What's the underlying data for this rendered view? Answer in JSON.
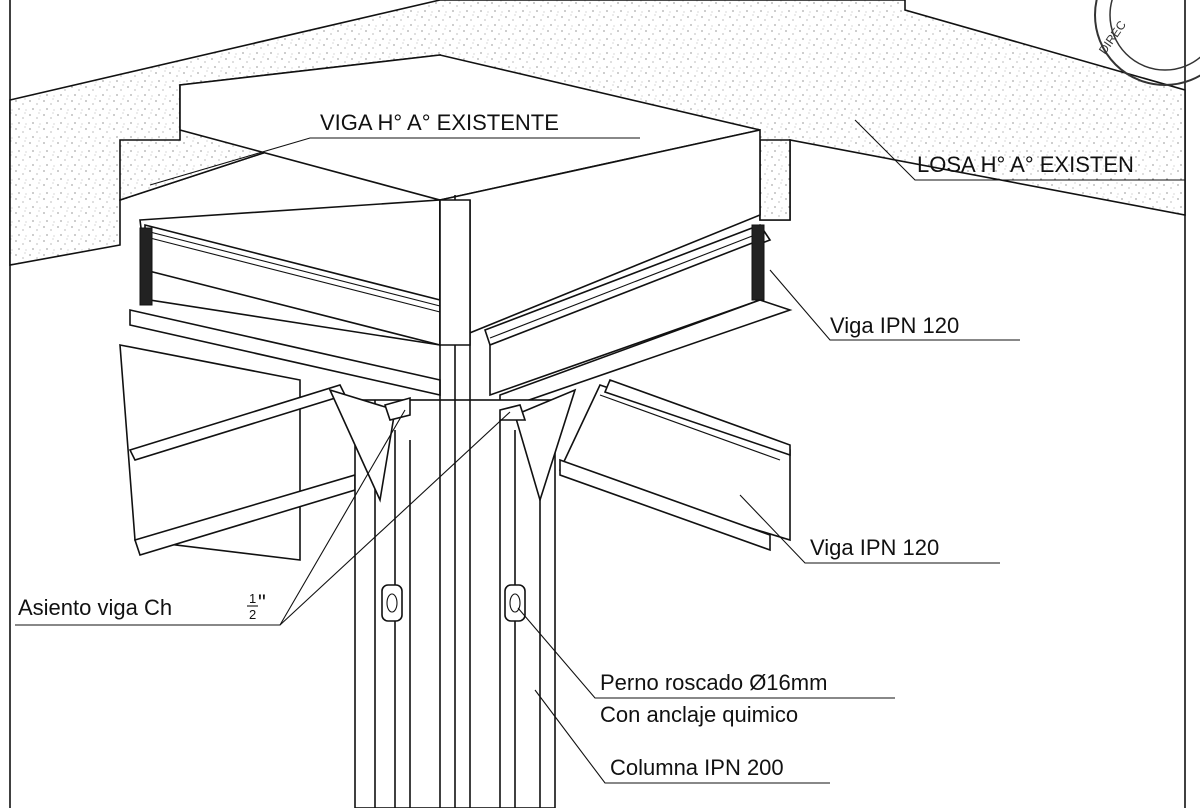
{
  "labels": {
    "viga_existente": "VIGA H° A° EXISTENTE",
    "losa_existente": "LOSA H° A° EXISTEN",
    "viga_ipn_upper": "Viga IPN 120",
    "viga_ipn_lower": "Viga IPN 120",
    "asiento_viga": "Asiento viga Ch",
    "asiento_frac_num": "1",
    "asiento_frac_den": "2",
    "asiento_inch": "\"",
    "perno": "Perno roscado  Ø16mm",
    "anclaje": "Con anclaje quimico",
    "columna": "Columna IPN 200"
  },
  "stamp": {
    "text_fragment": "DIREC"
  }
}
